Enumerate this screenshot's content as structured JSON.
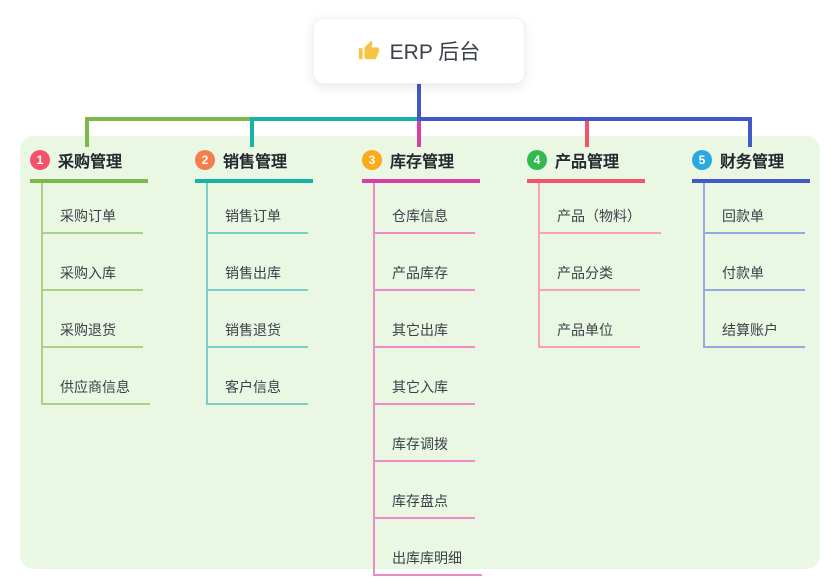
{
  "root": {
    "title": "ERP 后台",
    "icon": "thumbs-up-icon"
  },
  "colors": {
    "panel_bg": "#e9f7e3",
    "root_drop": "#4257c8",
    "thumb": "#f6c343"
  },
  "branches": [
    {
      "num": "1",
      "label": "采购管理",
      "badge_color": "#f4516c",
      "line_color": "#7cb94a",
      "child_line_color": "#a9d287",
      "children": [
        "采购订单",
        "采购入库",
        "采购退货",
        "供应商信息"
      ]
    },
    {
      "num": "2",
      "label": "销售管理",
      "badge_color": "#f87d4c",
      "line_color": "#16b3a6",
      "child_line_color": "#79d0c8",
      "children": [
        "销售订单",
        "销售出库",
        "销售退货",
        "客户信息"
      ]
    },
    {
      "num": "3",
      "label": "库存管理",
      "badge_color": "#fbab1c",
      "line_color": "#d83fa5",
      "child_line_color": "#ee8cc8",
      "children": [
        "仓库信息",
        "产品库存",
        "其它出库",
        "其它入库",
        "库存调拨",
        "库存盘点",
        "出库库明细"
      ]
    },
    {
      "num": "4",
      "label": "产品管理",
      "badge_color": "#33ba4f",
      "line_color": "#f3556c",
      "child_line_color": "#f8a3ae",
      "children": [
        "产品（物料）",
        "产品分类",
        "产品单位"
      ]
    },
    {
      "num": "5",
      "label": "财务管理",
      "badge_color": "#2ba8e0",
      "line_color": "#4257c8",
      "child_line_color": "#94a9df",
      "children": [
        "回款单",
        "付款单",
        "结算账户"
      ]
    }
  ]
}
